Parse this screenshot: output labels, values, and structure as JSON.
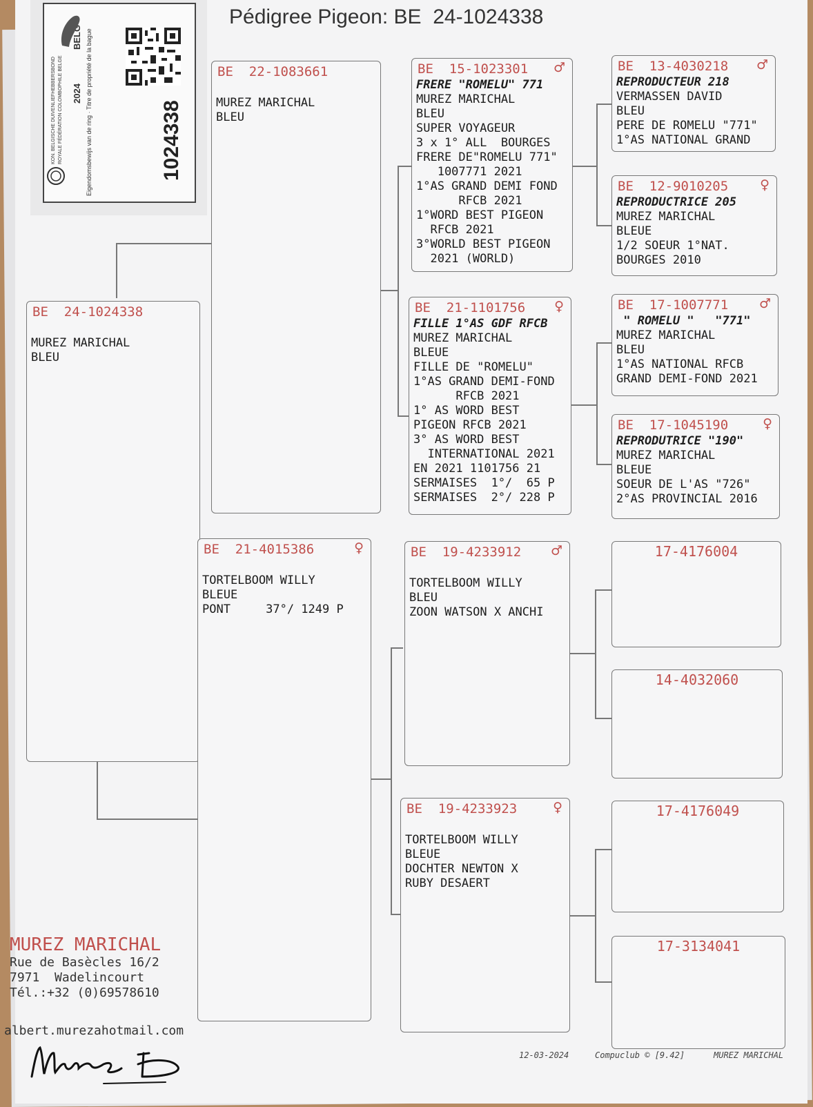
{
  "title": "Pédigree Pigeon: BE  24-1024338",
  "ring_card": {
    "number": "1024338",
    "year": "2024",
    "country": "BELG",
    "federation_line1": "KON. BELGISCHE DUIVENLIEFHEBBERSBOND",
    "federation_line2": "ROYALE FÉDÉRATION COLOMBOPHILE BELGE",
    "ownership_text": "Eigendomsbewijs van de ring · Titre de propriété de la bague"
  },
  "subject": {
    "prefix": "BE",
    "ring": "24-1024338",
    "lines": [
      "MUREZ MARICHAL",
      "BLEU"
    ]
  },
  "sire": {
    "prefix": "BE",
    "ring": "22-1083661",
    "lines": [
      "MUREZ MARICHAL",
      "BLEU"
    ]
  },
  "dam": {
    "prefix": "BE",
    "ring": "21-4015386",
    "sex": "♀",
    "lines": [
      "TORTELBOOM WILLY",
      "BLEUE",
      "PONT     37°/ 1249 P"
    ]
  },
  "gs1": {
    "prefix": "BE",
    "ring": "15-1023301",
    "sex": "♂",
    "name": "FRERE \"ROMELU\" 771",
    "lines": [
      "MUREZ MARICHAL",
      "BLEU",
      "SUPER VOYAGEUR",
      "3 x 1° ALL  BOURGES",
      "FRERE DE\"ROMELU 771\"",
      "   1007771 2021",
      "1°AS GRAND DEMI FOND",
      "      RFCB 2021",
      "1°WORD BEST PIGEON",
      "  RFCB 2021",
      "3°WORLD BEST PIGEON",
      "  2021 (WORLD)"
    ]
  },
  "gd1": {
    "prefix": "BE",
    "ring": "21-1101756",
    "sex": "♀",
    "name": "FILLE 1°AS GDF RFCB",
    "lines": [
      "MUREZ MARICHAL",
      "BLEUE",
      "FILLE DE \"ROMELU\"",
      "1°AS GRAND DEMI-FOND",
      "      RFCB 2021",
      "1° AS WORD BEST",
      "PIGEON RFCB 2021",
      "3° AS WORD BEST",
      "  INTERNATIONAL 2021",
      "EN 2021 1101756 21",
      "SERMAISES  1°/  65 P",
      "SERMAISES  2°/ 228 P"
    ]
  },
  "gs2": {
    "prefix": "BE",
    "ring": "19-4233912",
    "sex": "♂",
    "lines": [
      "TORTELBOOM WILLY",
      "BLEU",
      "ZOON WATSON X ANCHI"
    ]
  },
  "gd2": {
    "prefix": "BE",
    "ring": "19-4233923",
    "sex": "♀",
    "lines": [
      "TORTELBOOM WILLY",
      "BLEUE",
      "DOCHTER NEWTON X",
      "RUBY DESAERT"
    ]
  },
  "ggp1": {
    "prefix": "BE",
    "ring": "13-4030218",
    "sex": "♂",
    "name": "REPRODUCTEUR 218",
    "lines": [
      "VERMASSEN DAVID",
      "BLEU",
      "PERE DE ROMELU \"771\"",
      "1°AS NATIONAL GRAND"
    ]
  },
  "ggp2": {
    "prefix": "BE",
    "ring": "12-9010205",
    "sex": "♀",
    "name": "REPRODUCTRICE 205",
    "lines": [
      "MUREZ MARICHAL",
      "BLEUE",
      "1/2 SOEUR 1°NAT.",
      "BOURGES 2010"
    ]
  },
  "ggp3": {
    "prefix": "BE",
    "ring": "17-1007771",
    "sex": "♂",
    "name": " \" ROMELU \"   \"771\"",
    "lines": [
      "MUREZ MARICHAL",
      "BLEU",
      "1°AS NATIONAL RFCB",
      "GRAND DEMI-FOND 2021"
    ]
  },
  "ggp4": {
    "prefix": "BE",
    "ring": "17-1045190",
    "sex": "♀",
    "name": "REPRODUTRICE \"190\"",
    "lines": [
      "MUREZ MARICHAL",
      "BLEUE",
      "SOEUR DE L'AS \"726\"",
      "2°AS PROVINCIAL 2016"
    ]
  },
  "ggp5": {
    "ring": "17-4176004"
  },
  "ggp6": {
    "ring": "14-4032060"
  },
  "ggp7": {
    "ring": "17-4176049"
  },
  "ggp8": {
    "ring": "17-3134041"
  },
  "owner": {
    "name": "MUREZ MARICHAL",
    "address1": "Rue de Basècles 16/2",
    "address2": "7971  Wadelincourt",
    "phone": "Tél.:+32 (0)69578610",
    "email": "albert.murezahotmail.com",
    "signature": "Murez"
  },
  "footer": {
    "date": "12-03-2024",
    "software": "Compuclub © [9.42]",
    "breeder": "MUREZ MARICHAL"
  }
}
